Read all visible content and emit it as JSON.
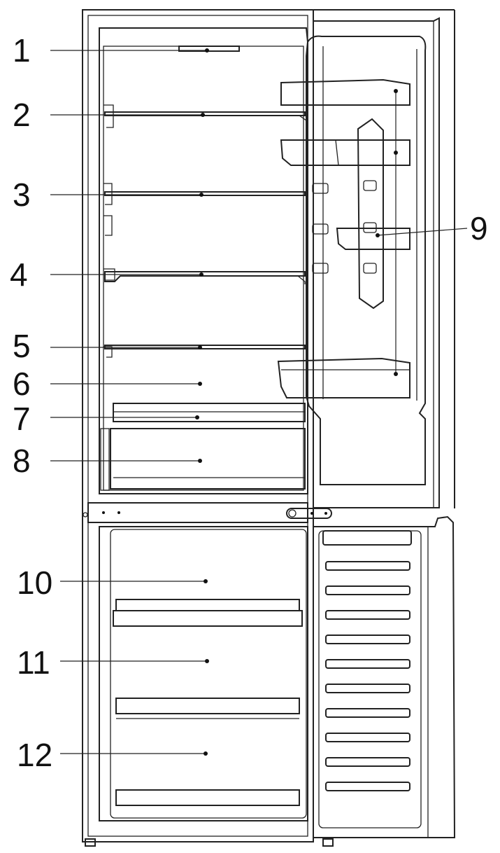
{
  "diagram": {
    "callouts": [
      {
        "id": "1",
        "label": "1"
      },
      {
        "id": "2",
        "label": "2"
      },
      {
        "id": "3",
        "label": "3"
      },
      {
        "id": "4",
        "label": "4"
      },
      {
        "id": "5",
        "label": "5"
      },
      {
        "id": "6",
        "label": "6"
      },
      {
        "id": "7",
        "label": "7"
      },
      {
        "id": "8",
        "label": "8"
      },
      {
        "id": "9",
        "label": "9"
      },
      {
        "id": "10",
        "label": "10"
      },
      {
        "id": "11",
        "label": "11"
      },
      {
        "id": "12",
        "label": "12"
      }
    ]
  }
}
